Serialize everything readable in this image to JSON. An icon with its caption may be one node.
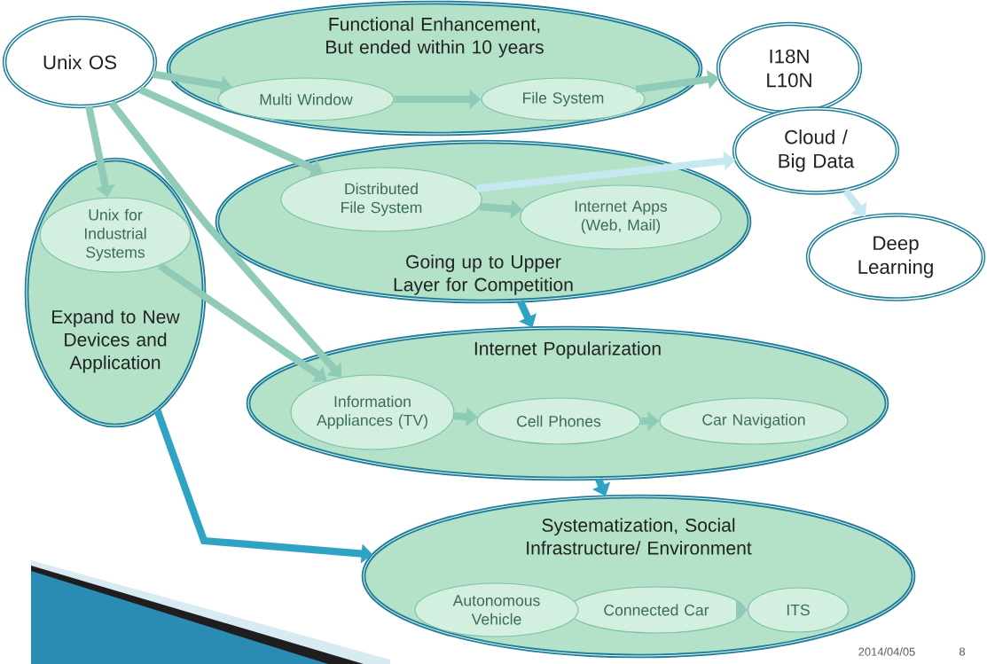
{
  "diagram": {
    "nodes": [
      {
        "text": [
          "Unix OS"
        ]
      },
      {
        "text": [
          "Multi Window"
        ],
        "in": 15
      },
      {
        "text": [
          "File System"
        ],
        "in": 15
      },
      {
        "text": [
          "I18N L10N"
        ]
      },
      {
        "text": [
          "Distributed File System"
        ],
        "in": 16
      },
      {
        "text": [
          "Cloud / Big Data"
        ]
      },
      {
        "text": [
          "Unix for Industrial Systems"
        ],
        "in": 17
      },
      {
        "text": [
          "Internet Apps (Web, Mail)"
        ],
        "in": 16
      },
      {
        "text": [
          "Deep Learning"
        ]
      },
      {
        "text": [
          "Information Appliances (TV)"
        ],
        "in": 18
      },
      {
        "text": [
          "Cell Phones"
        ],
        "in": 18
      },
      {
        "text": [
          "Car Navigation"
        ],
        "in": 18
      },
      {
        "text": [
          "Connected Car"
        ],
        "in": 19
      },
      {
        "text": [
          "Autonomous Vehicle"
        ],
        "in": 19
      },
      {
        "text": [
          "ITS"
        ],
        "in": 19
      },
      {
        "text": [
          "Functional Enhancement, But ended within 10 years"
        ]
      },
      {
        "text": [
          "Going up to Upper Layer for Competition"
        ]
      },
      {
        "text": [
          "Expand to New Devices and Application"
        ]
      },
      {
        "text": [
          "Internet Popularization"
        ]
      },
      {
        "text": [
          "Systematization, Social Infrastructure/ Environment"
        ]
      }
    ],
    "edges": [
      {
        "from": 0,
        "to": 1,
        "arrow": "to"
      },
      {
        "from": 1,
        "to": 2,
        "arrow": "to"
      },
      {
        "from": 2,
        "to": 3,
        "arrow": "to"
      },
      {
        "from": 0,
        "to": 4,
        "arrow": "to"
      },
      {
        "from": 4,
        "to": 7,
        "arrow": "to"
      },
      {
        "from": 4,
        "to": 5,
        "arrow": "to",
        "color": "#c6e8f1"
      },
      {
        "from": 5,
        "to": 8,
        "arrow": "to",
        "color": "#c6e8f1"
      },
      {
        "from": 0,
        "to": 6,
        "arrow": "to"
      },
      {
        "from": 0,
        "to": 9,
        "arrow": "to"
      },
      {
        "from": 6,
        "to": 9,
        "arrow": "to"
      },
      {
        "from": 9,
        "to": 10,
        "arrow": "to"
      },
      {
        "from": 10,
        "to": 11,
        "arrow": "to"
      },
      {
        "from": 12,
        "to": 14,
        "arrow": "to"
      },
      {
        "from": 16,
        "to": 18,
        "arrow": "to",
        "color": "#2fa3c4"
      },
      {
        "from": 18,
        "to": 19,
        "arrow": "to",
        "color": "#2fa3c4"
      },
      {
        "from": 17,
        "to": 19,
        "arrow": "to",
        "color": "#2fa3c4"
      }
    ],
    "labels": [
      "2014/04/05",
      "8"
    ]
  }
}
